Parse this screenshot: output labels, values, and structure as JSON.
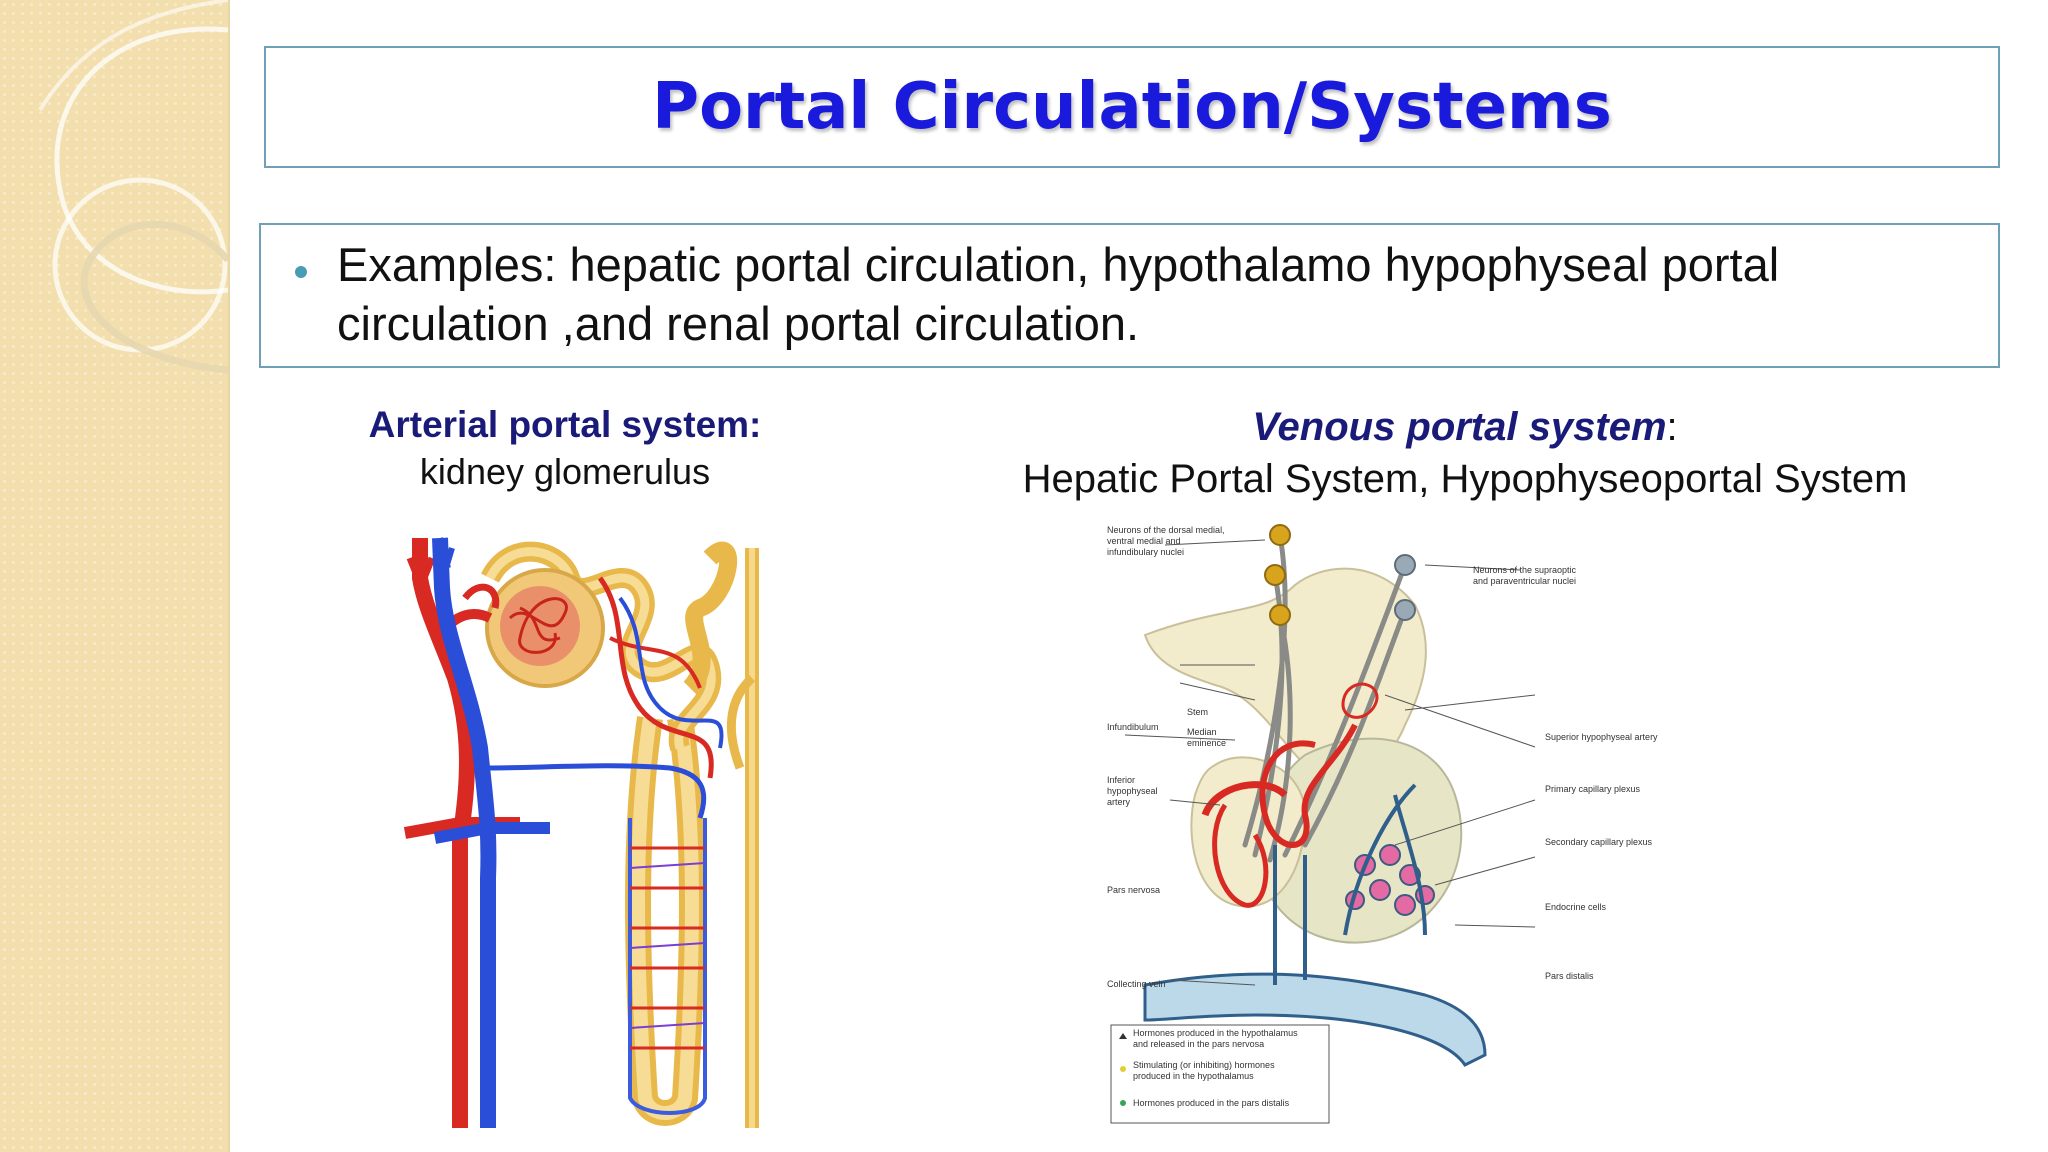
{
  "slide": {
    "title": "Portal Circulation/Systems",
    "bullet": "Examples: hepatic portal circulation, hypothalamo hypophyseal portal circulation ,and renal portal circulation."
  },
  "left_figure": {
    "heading": "Arterial portal system:",
    "subheading": "kidney glomerulus"
  },
  "right_figure": {
    "heading": "Venous portal system",
    "heading_suffix": ":",
    "subheading": "Hepatic Portal System, Hypophyseoportal System",
    "labels": {
      "neurons_dorsal": [
        "Neurons of the dorsal medial,",
        "ventral medial and",
        "infundibulary nuclei"
      ],
      "neurons_supraoptic": [
        "Neurons of the supraoptic",
        "and paraventricular nuclei"
      ],
      "infundibulum": "Infundibulum",
      "stem": "Stem",
      "median_eminence": [
        "Median",
        "eminence"
      ],
      "inferior_artery": [
        "Inferior",
        "hypophyseal",
        "artery"
      ],
      "pars_nervosa": "Pars nervosa",
      "collecting_vein": "Collecting vein",
      "superior_artery": "Superior hypophyseal artery",
      "primary_plexus": "Primary capillary plexus",
      "secondary_plexus": "Secondary capillary plexus",
      "endocrine_cells": "Endocrine cells",
      "pars_distalis": "Pars distalis"
    },
    "legend": [
      [
        "Hormones produced in the hypothalamus",
        "and released in the pars nervosa"
      ],
      [
        "Stimulating (or inhibiting) hormones",
        "produced in the hypothalamus"
      ],
      [
        "Hormones produced in the pars distalis"
      ]
    ]
  },
  "colors": {
    "title": "#1a1adc",
    "heading": "#1a1a78",
    "box_border": "#6fa0b6",
    "bullet": "#4a9cb4",
    "side_panel": "#f3dfae"
  }
}
